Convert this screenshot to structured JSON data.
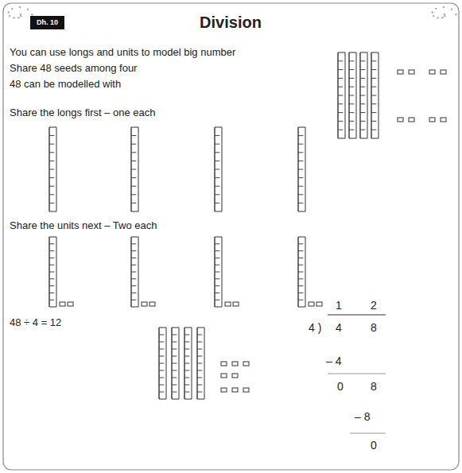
{
  "diagram": {
    "title": "Division",
    "nodes": [
      {
        "text": [
          "Dh. 10"
        ]
      }
    ],
    "labels": [
      "You can use longs and units to model big number",
      "Share 48 seeds among four",
      "48 can be modelled with",
      "Share the longs first – one each",
      "Share the units next – Two each",
      "48 ÷ 4 = 12",
      "1",
      "2",
      "4 )",
      "4",
      "8",
      "– 4",
      "0",
      "8",
      "– 8",
      "0"
    ]
  }
}
